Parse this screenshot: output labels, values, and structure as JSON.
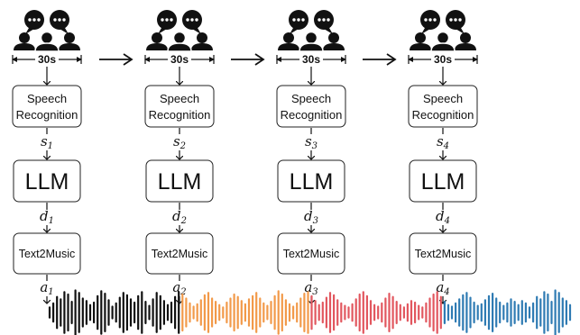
{
  "columns": [
    {
      "duration_label": "30s",
      "recognition_label_line1": "Speech",
      "recognition_label_line2": "Recognition",
      "s_label": "s",
      "s_sub": "1",
      "llm_label": "LLM",
      "d_label": "d",
      "d_sub": "1",
      "music_label": "Text2Music",
      "a_label": "a",
      "a_sub": "1",
      "waveform_color": "#111111"
    },
    {
      "duration_label": "30s",
      "recognition_label_line1": "Speech",
      "recognition_label_line2": "Recognition",
      "s_label": "s",
      "s_sub": "2",
      "llm_label": "LLM",
      "d_label": "d",
      "d_sub": "2",
      "music_label": "Text2Music",
      "a_label": "a",
      "a_sub": "2",
      "waveform_color": "#f29a4a"
    },
    {
      "duration_label": "30s",
      "recognition_label_line1": "Speech",
      "recognition_label_line2": "Recognition",
      "s_label": "s",
      "s_sub": "3",
      "llm_label": "LLM",
      "d_label": "d",
      "d_sub": "3",
      "music_label": "Text2Music",
      "a_label": "a",
      "a_sub": "3",
      "waveform_color": "#e2575f"
    },
    {
      "duration_label": "30s",
      "recognition_label_line1": "Speech",
      "recognition_label_line2": "Recognition",
      "s_label": "s",
      "s_sub": "4",
      "llm_label": "LLM",
      "d_label": "d",
      "d_sub": "4",
      "music_label": "Text2Music",
      "a_label": "a",
      "a_sub": "4",
      "waveform_color": "#2f7bb3"
    }
  ],
  "icons": {
    "group": "group-chat-icon",
    "arrow": "right-arrow-icon"
  },
  "colors": {
    "segment_1": "#111111",
    "segment_2": "#f29a4a",
    "segment_3": "#e2575f",
    "segment_4": "#2f7bb3"
  }
}
